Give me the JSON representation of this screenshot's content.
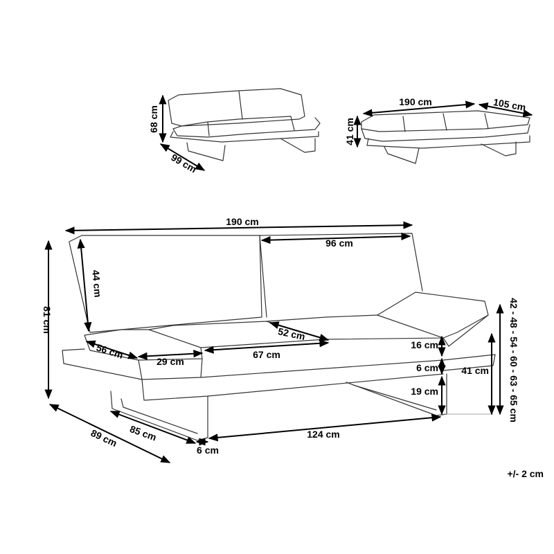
{
  "dimensions": {
    "small_side": {
      "height": "68 cm",
      "depth": "99 cm"
    },
    "small_bed": {
      "width": "190 cm",
      "depth": "105 cm",
      "height": "41 cm"
    },
    "main": {
      "width": "190 cm",
      "back_half": "96 cm",
      "back_height": "44 cm",
      "total_height": "81 cm",
      "armrest_depth": "56 cm",
      "armrest_width": "29 cm",
      "seat_width": "67 cm",
      "seat_depth": "52 cm",
      "cushion_thickness": "16 cm",
      "frame_thickness": "6 cm",
      "leg_clearance": "19 cm",
      "seat_height": "41 cm",
      "armrest_heights": "42 - 48 - 54 - 60 - 63 - 65 cm",
      "leg_depth": "85 cm",
      "leg_offset": "6 cm",
      "leg_span": "124 cm",
      "total_depth": "89 cm"
    },
    "tolerance": "+/- 2 cm"
  }
}
